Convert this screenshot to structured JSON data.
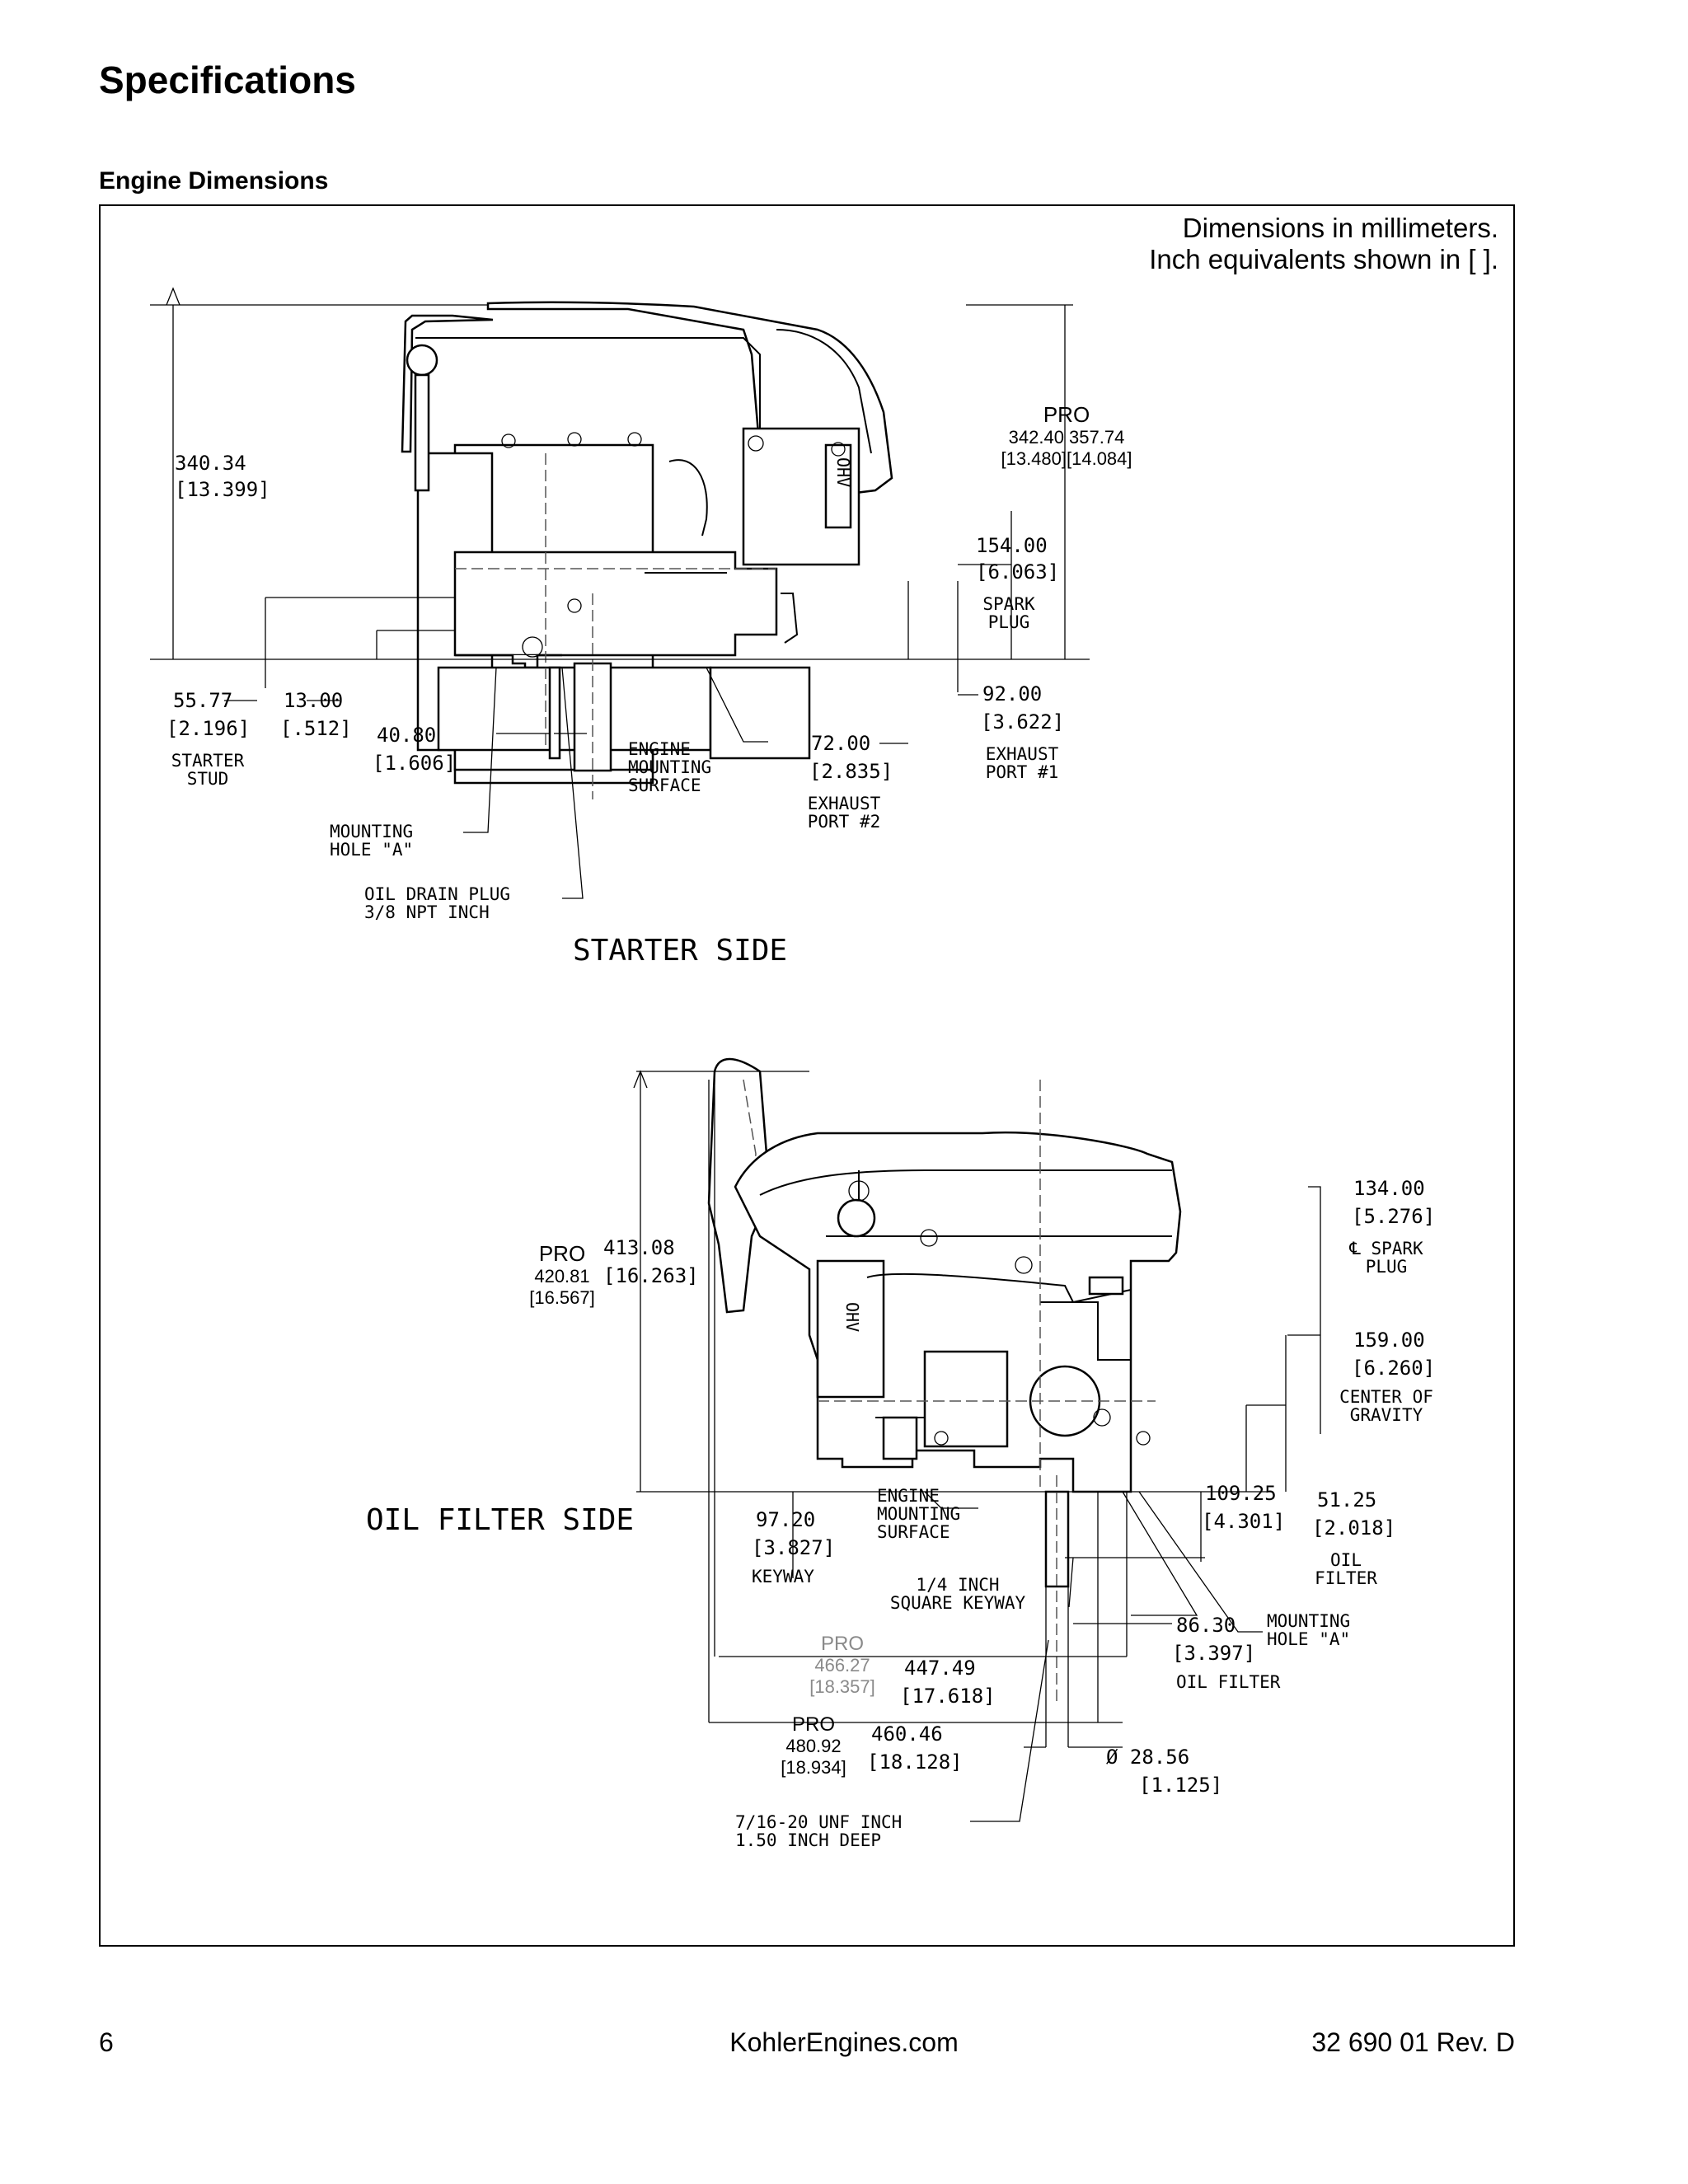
{
  "page": {
    "title": "Specifications",
    "section_title": "Engine Dimensions",
    "page_number": "6",
    "website": "KohlerEngines.com",
    "doc_code": "32 690 01 Rev. D"
  },
  "figure": {
    "note_line1": "Dimensions in millimeters.",
    "note_line2": "Inch equivalents shown in [ ].",
    "starter_side": {
      "view_label": "STARTER SIDE",
      "dim_340": "340.34",
      "dim_340_in": "[13.399]",
      "pro": "PRO",
      "pro_values": "342.40 357.74",
      "pro_values_in": "[13.480][14.084]",
      "dim_154": "154.00",
      "dim_154_in": "[6.063]",
      "spark_plug_1": "SPARK",
      "spark_plug_2": "PLUG",
      "dim_55": "55.77",
      "dim_55_in": "[2.196]",
      "starter_stud_1": "STARTER",
      "starter_stud_2": "STUD",
      "dim_13": "13.00",
      "dim_13_in": "[.512]",
      "dim_40": "40.80",
      "dim_40_in": "[1.606]",
      "engine_mount_1": "ENGINE",
      "engine_mount_2": "MOUNTING",
      "engine_mount_3": "SURFACE",
      "dim_72": "72.00",
      "dim_72_in": "[2.835]",
      "exhaust2_1": "EXHAUST",
      "exhaust2_2": "PORT #2",
      "dim_92": "92.00",
      "dim_92_in": "[3.622]",
      "exhaust1_1": "EXHAUST",
      "exhaust1_2": "PORT #1",
      "mount_hole_1": "MOUNTING",
      "mount_hole_2": "HOLE \"A\"",
      "oil_drain_1": "OIL DRAIN PLUG",
      "oil_drain_2": "3/8 NPT INCH",
      "ohv_badge": "OHV"
    },
    "oil_filter_side": {
      "view_label": "OIL FILTER SIDE",
      "pro": "PRO",
      "pro_420": "420.81",
      "pro_420_in": "[16.567]",
      "dim_413": "413.08",
      "dim_413_in": "[16.263]",
      "dim_134": "134.00",
      "dim_134_in": "[5.276]",
      "cl_spark_1": "℄ SPARK",
      "cl_spark_2": "PLUG",
      "dim_159": "159.00",
      "dim_159_in": "[6.260]",
      "cog_1": "CENTER OF",
      "cog_2": "GRAVITY",
      "dim_97": "97.20",
      "dim_97_in": "[3.827]",
      "keyway": "KEYWAY",
      "engine_mount_1": "ENGINE",
      "engine_mount_2": "MOUNTING",
      "engine_mount_3": "SURFACE",
      "dim_109": "109.25",
      "dim_109_in": "[4.301]",
      "dim_51": "51.25",
      "dim_51_in": "[2.018]",
      "oil_filter_1": "OIL",
      "oil_filter_2": "FILTER",
      "sq_keyway_1": "1/4 INCH",
      "sq_keyway_2": "SQUARE KEYWAY",
      "mount_hole_1": "MOUNTING",
      "mount_hole_2": "HOLE \"A\"",
      "dim_86": "86.30",
      "dim_86_in": "[3.397]",
      "oil_filter_label": "OIL FILTER",
      "pro_466": "466.27",
      "pro_466_in": "[18.357]",
      "dim_447": "447.49",
      "dim_447_in": "[17.618]",
      "pro_480": "480.92",
      "pro_480_in": "[18.934]",
      "dim_460": "460.46",
      "dim_460_in": "[18.128]",
      "dim_28": "Ø 28.56",
      "dim_28_in": "[1.125]",
      "thread_1": "7/16-20 UNF INCH",
      "thread_2": "1.50 INCH DEEP",
      "ohv_badge": "OHV"
    }
  }
}
